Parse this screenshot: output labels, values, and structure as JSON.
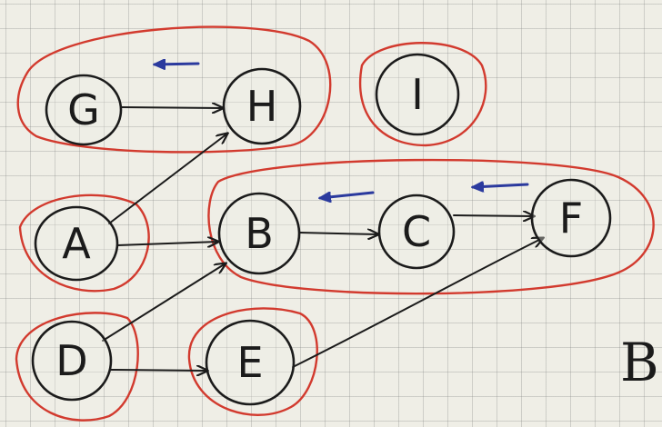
{
  "nodes": [
    {
      "id": "G",
      "label": "G"
    },
    {
      "id": "H",
      "label": "H"
    },
    {
      "id": "I",
      "label": "I"
    },
    {
      "id": "A",
      "label": "A"
    },
    {
      "id": "B",
      "label": "B"
    },
    {
      "id": "C",
      "label": "C"
    },
    {
      "id": "F",
      "label": "F"
    },
    {
      "id": "D",
      "label": "D"
    },
    {
      "id": "E",
      "label": "E"
    }
  ],
  "edges": [
    {
      "from": "G",
      "to": "H"
    },
    {
      "from": "A",
      "to": "H"
    },
    {
      "from": "A",
      "to": "B"
    },
    {
      "from": "B",
      "to": "C"
    },
    {
      "from": "C",
      "to": "F"
    },
    {
      "from": "D",
      "to": "B"
    },
    {
      "from": "D",
      "to": "E"
    },
    {
      "from": "E",
      "to": "F"
    }
  ],
  "groups": [
    {
      "members": [
        "G",
        "H"
      ]
    },
    {
      "members": [
        "I"
      ]
    },
    {
      "members": [
        "A"
      ]
    },
    {
      "members": [
        "B",
        "C",
        "F"
      ]
    },
    {
      "members": [
        "D"
      ]
    },
    {
      "members": [
        "E"
      ]
    }
  ],
  "reverse_marks": [
    {
      "near": "G-H"
    },
    {
      "near": "B-C"
    },
    {
      "near": "C-F"
    }
  ],
  "corner_label": "B",
  "colors": {
    "ink": "#1b1b1b",
    "group_outline": "#d23a2e",
    "reverse_arrow": "#2b3a9e",
    "paper": "#efeee6",
    "grid": "#9a9a9a"
  }
}
